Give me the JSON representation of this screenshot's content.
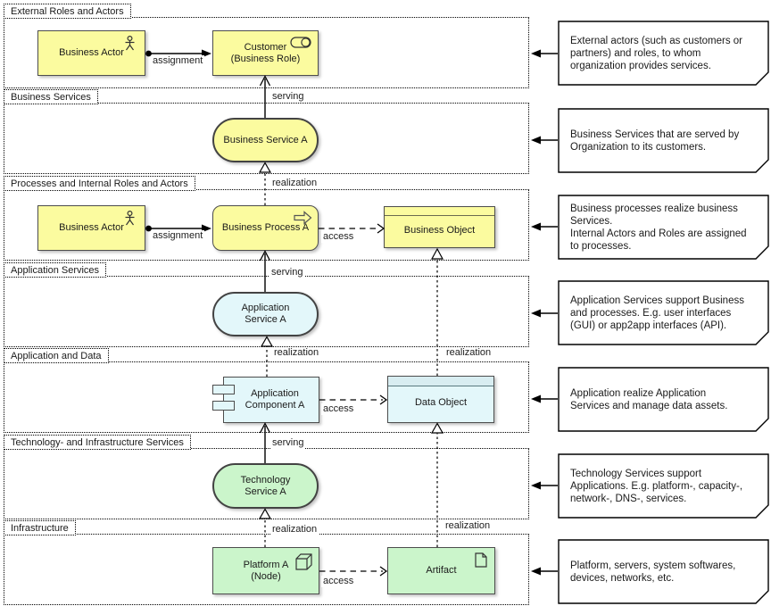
{
  "lanes": [
    {
      "label": "External Roles and Actors"
    },
    {
      "label": "Business Services"
    },
    {
      "label": "Processes and Internal Roles and Actors"
    },
    {
      "label": "Application Services"
    },
    {
      "label": "Application and Data"
    },
    {
      "label": "Technology- and Infrastructure Services"
    },
    {
      "label": "Infrastructure"
    }
  ],
  "nodes": {
    "business_actor_1": {
      "label": "Business Actor",
      "type": "business-actor"
    },
    "customer": {
      "label": "Customer\n(Business Role)",
      "type": "business-role"
    },
    "business_service_a": {
      "label": "Business Service A",
      "type": "business-service"
    },
    "business_actor_2": {
      "label": "Business Actor",
      "type": "business-actor"
    },
    "business_process_a": {
      "label": "Business Process A",
      "type": "business-process"
    },
    "business_object": {
      "label": "Business Object",
      "type": "business-object"
    },
    "application_service_a": {
      "label": "Application\nService A",
      "type": "application-service"
    },
    "application_component_a": {
      "label": "Application\nComponent A",
      "type": "application-component"
    },
    "data_object": {
      "label": "Data Object",
      "type": "data-object"
    },
    "technology_service_a": {
      "label": "Technology\nService A",
      "type": "technology-service"
    },
    "platform_a": {
      "label": "Platform A\n(Node)",
      "type": "node"
    },
    "artifact": {
      "label": "Artifact",
      "type": "artifact"
    }
  },
  "edges": {
    "assignment_1": {
      "label": "assignment",
      "type": "assignment"
    },
    "assignment_2": {
      "label": "assignment",
      "type": "assignment"
    },
    "serving_1": {
      "label": "serving",
      "type": "serving"
    },
    "serving_2": {
      "label": "serving",
      "type": "serving"
    },
    "serving_3": {
      "label": "serving",
      "type": "serving"
    },
    "realization_1": {
      "label": "realization",
      "type": "realization"
    },
    "realization_2": {
      "label": "realization",
      "type": "realization"
    },
    "realization_3": {
      "label": "realization",
      "type": "realization"
    },
    "realization_4": {
      "label": "realization",
      "type": "realization"
    },
    "realization_5": {
      "label": "realization",
      "type": "realization"
    },
    "access_1": {
      "label": "access",
      "type": "access"
    },
    "access_2": {
      "label": "access",
      "type": "access"
    },
    "access_3": {
      "label": "access",
      "type": "access"
    }
  },
  "notes": [
    {
      "text": "External actors (such as customers or\npartners) and roles, to whom\norganization provides services."
    },
    {
      "text": "Business Services that are served by\nOrganization to its customers."
    },
    {
      "text": "Business processes realize business\nServices.\nInternal Actors and Roles are assigned\nto processes."
    },
    {
      "text": "Application Services support Business\nand processes. E.g. user interfaces\n(GUI) or app2app interfaces (API)."
    },
    {
      "text": "Application realize Application\nServices and manage data assets."
    },
    {
      "text": "Technology Services support\nApplications. E.g. platform-, capacity-,\nnetwork-, DNS-, services."
    },
    {
      "text": "Platform, servers, system softwares,\ndevices, networks, etc."
    }
  ],
  "colors": {
    "business_fill": "#FBFB9F",
    "application_fill": "#E3F7FA",
    "technology_fill": "#CBF5CB",
    "infrastructure_fill": "#CBF5CB",
    "note_fill": "#FFFFFF",
    "shape_stroke": "#4D4D4D",
    "edge_color": "#000000"
  }
}
